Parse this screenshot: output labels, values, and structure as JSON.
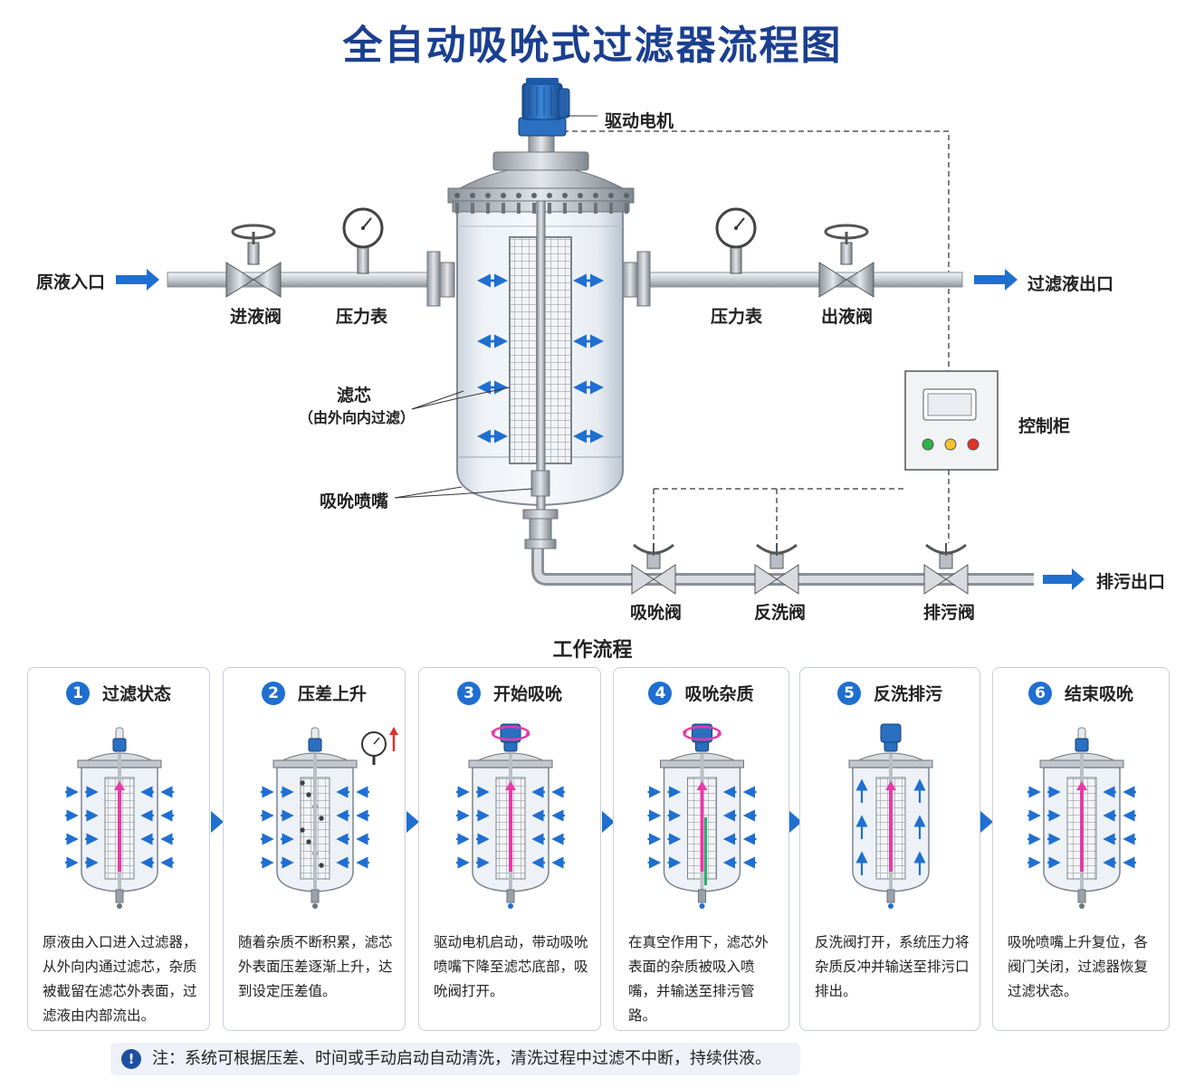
{
  "title": "全自动吸吮式过滤器流程图",
  "labels": {
    "motor": "驱动电机",
    "inlet": "原液入口",
    "inlet_valve": "进液阀",
    "pressure_gauge_in": "压力表",
    "pressure_gauge_out": "压力表",
    "outlet_valve": "出液阀",
    "outlet": "过滤液出口",
    "filter_element": "滤芯",
    "filter_element_note": "（由外向内过滤）",
    "suction_nozzle": "吸吮喷嘴",
    "control_cabinet": "控制柜",
    "suction_valve": "吸吮阀",
    "backwash_valve": "反洗阀",
    "drain_valve": "排污阀",
    "drain_outlet": "排污出口"
  },
  "colors": {
    "title": "#1b3f8f",
    "accent": "#1f6fd1",
    "motor": "#2a6fc0",
    "indicator_green": "#2db34a",
    "indicator_yellow": "#f2c230",
    "indicator_red": "#e0312b",
    "debris_flow": "#e83aa8"
  },
  "workflow": {
    "title": "工作流程",
    "steps": [
      {
        "num": "1",
        "title": "过滤状态",
        "desc": "原液由入口进入过滤器，从外向内通过滤芯，杂质被截留在滤芯外表面，过滤液由内部流出。"
      },
      {
        "num": "2",
        "title": "压差上升",
        "desc": "随着杂质不断积累，滤芯外表面压差逐渐上升，达到设定压差值。"
      },
      {
        "num": "3",
        "title": "开始吸吮",
        "desc": "驱动电机启动，带动吸吮喷嘴下降至滤芯底部，吸吮阀打开。"
      },
      {
        "num": "4",
        "title": "吸吮杂质",
        "desc": "在真空作用下，滤芯外表面的杂质被吸入喷嘴，并输送至排污管路。"
      },
      {
        "num": "5",
        "title": "反洗排污",
        "desc": "反洗阀打开，系统压力将杂质反冲并输送至排污口排出。"
      },
      {
        "num": "6",
        "title": "结束吸吮",
        "desc": "吸吮喷嘴上升复位，各阀门关闭，过滤器恢复过滤状态。"
      }
    ]
  },
  "note": {
    "icon": "exclamation-icon",
    "text": "注：系统可根据压差、时间或手动启动自动清洗，清洗过程中过滤不中断，持续供液。"
  }
}
